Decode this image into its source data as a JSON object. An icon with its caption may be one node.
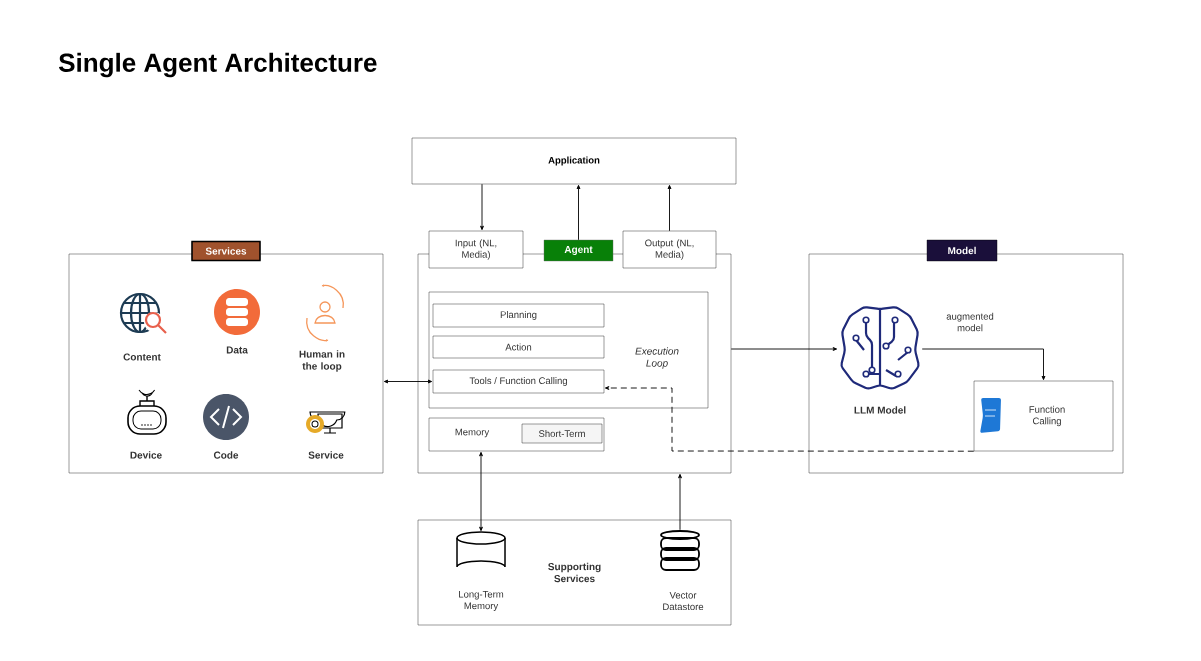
{
  "diagram": {
    "title": "Single Agent Architecture",
    "nodes": [
      {
        "text": [
          "Application"
        ]
      },
      {
        "text": [
          "Services"
        ]
      },
      {
        "text": [
          "Content"
        ],
        "in": 1
      },
      {
        "text": [
          "Data"
        ],
        "in": 1
      },
      {
        "text": [
          "Human in the loop"
        ],
        "in": 1
      },
      {
        "text": [
          "Device"
        ],
        "in": 1
      },
      {
        "text": [
          "Code"
        ],
        "in": 1
      },
      {
        "text": [
          "Service"
        ],
        "in": 1
      },
      {
        "text": [
          "Agent"
        ]
      },
      {
        "text": [
          "Input (NL, Media)"
        ]
      },
      {
        "text": [
          "Output (NL, Media)"
        ]
      },
      {
        "text": [
          "Execution Loop"
        ],
        "in": 8
      },
      {
        "text": [
          "Planning"
        ],
        "in": 11
      },
      {
        "text": [
          "Action"
        ],
        "in": 11
      },
      {
        "text": [
          "Tools / Function Calling"
        ],
        "in": 11
      },
      {
        "text": [
          "Memory"
        ],
        "in": 8
      },
      {
        "text": [
          "Short-Term"
        ],
        "in": 15
      },
      {
        "text": [
          "Model"
        ]
      },
      {
        "text": [
          "LLM Model"
        ],
        "in": 17
      },
      {
        "text": [
          "Function Calling"
        ],
        "in": 17
      },
      {
        "text": [
          "Supporting Services"
        ]
      },
      {
        "text": [
          "Long-Term Memory"
        ],
        "in": 20
      },
      {
        "text": [
          "Vector Datastore"
        ],
        "in": 20
      }
    ],
    "edges": [
      {
        "from": 0,
        "to": 9,
        "arrow": "to"
      },
      {
        "from": 8,
        "to": 0,
        "arrow": "to"
      },
      {
        "from": 10,
        "to": 0,
        "arrow": "to"
      },
      {
        "from": 1,
        "to": 14,
        "arrow": "both"
      },
      {
        "from": 8,
        "to": 18,
        "arrow": "to"
      },
      {
        "from": 18,
        "to": 19,
        "arrow": "to",
        "label": "augmented model"
      },
      {
        "from": 19,
        "to": 14,
        "arrow": "to",
        "style": "dashed"
      },
      {
        "from": 15,
        "to": 21,
        "arrow": "both"
      },
      {
        "from": 22,
        "to": 8,
        "arrow": "to"
      }
    ]
  }
}
